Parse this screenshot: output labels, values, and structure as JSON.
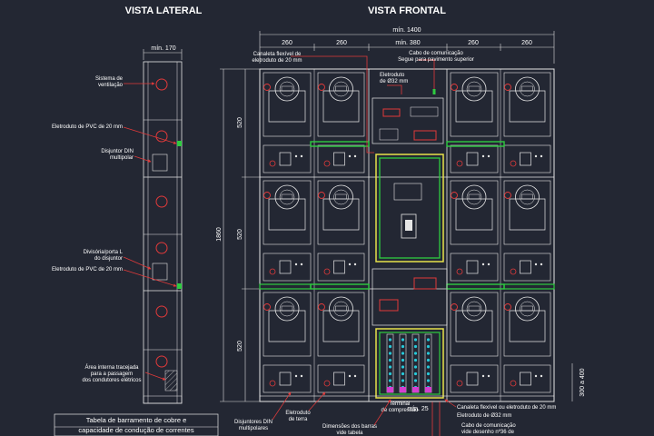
{
  "titles": {
    "side": "VISTA LATERAL",
    "front": "VISTA FRONTAL"
  },
  "dimensions": {
    "side_width": "mín. 170",
    "front_total": "mín. 1400",
    "col_1": "260",
    "col_2": "260",
    "col_center": "mín. 380",
    "col_4": "260",
    "col_5": "260",
    "row_1": "520",
    "row_2": "520",
    "row_3": "520",
    "height_total": "1860",
    "base_height": "300 a 400",
    "bottom": "mín. 25"
  },
  "side_labels": {
    "ventilation": [
      "Sistema de",
      "ventilação"
    ],
    "pvc_top": [
      "Eletroduto de PVC de 20 mm"
    ],
    "din_breaker": [
      "Disjuntor DIN",
      "multipolar"
    ],
    "divider": [
      "Divisória/porta L",
      "do disjuntor"
    ],
    "pvc_mid": [
      "Eletroduto de PVC de 20 mm"
    ],
    "hatched_area": [
      "Área interna tracejada",
      "para a passagem",
      "dos condutores elétricos"
    ]
  },
  "front_labels": {
    "flex_conduit_top": [
      "Canaleta flexível de",
      "eletroduto de 20 mm"
    ],
    "comm_cable_top": [
      "Cabo de comunicação",
      "Segue para pavimento superior"
    ],
    "conduit_32": [
      "Eletroduto",
      "de Ø32 mm"
    ],
    "din_breakers_bottom": [
      "Disjuntores DIN",
      "multipolares"
    ],
    "ground_conduit": [
      "Eletroduto",
      "de terra"
    ],
    "compression_terminal": [
      "Terminal",
      "de compressão"
    ],
    "busbar_dimensions": [
      "Dimensões dos barras",
      "vide tabela"
    ],
    "flex_conduit_bottom": [
      "Canaleta flexível ou eletroduto de 20 mm"
    ],
    "conduit_32_bottom": [
      "Eletroduto de Ø32 mm"
    ],
    "comm_cable_bottom": [
      "Cabo de comunicação",
      "vide desenho nº36 de"
    ]
  },
  "table": {
    "title_line1": "Tabela de barramento de cobre e",
    "title_line2": "capacidade de condução de correntes"
  },
  "colors": {
    "background": "#232733",
    "lines": "#e6e6e6",
    "dimension": "#dcdcdc",
    "green": "#2ecc40",
    "yellow": "#e8e24a",
    "red": "#e23a3a",
    "cyan": "#27c9d9",
    "magenta": "#d43fd0"
  }
}
